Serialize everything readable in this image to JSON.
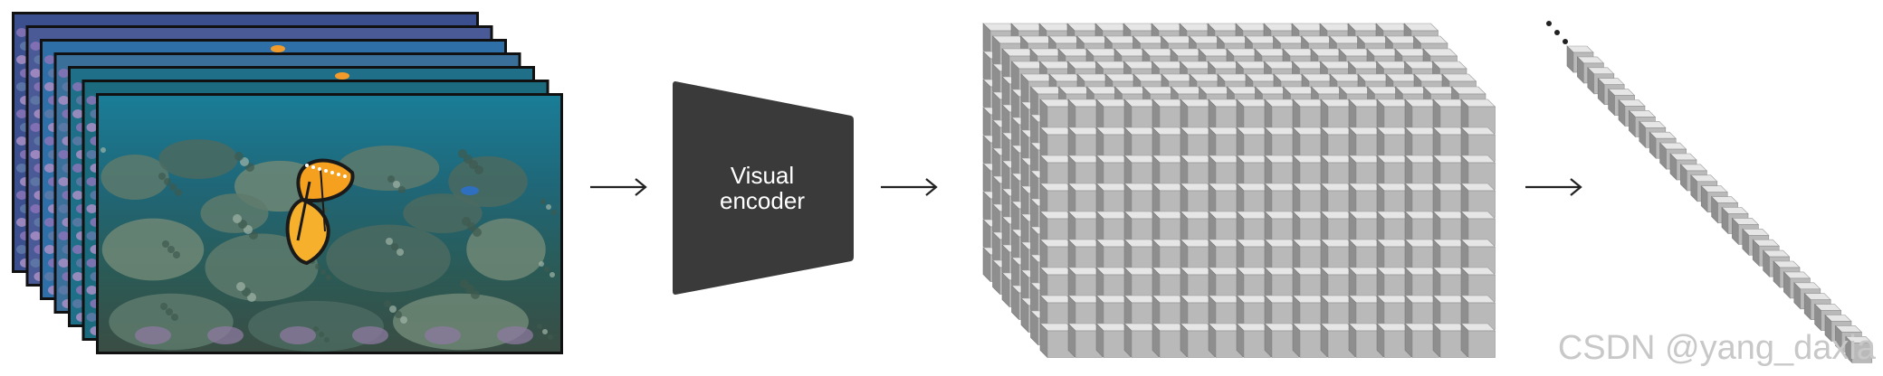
{
  "frames": {
    "count": 7,
    "description_colors": {
      "water_top": "#0e6f8c",
      "water_mid": "#1b5d6e",
      "reef": "#2f4a3a",
      "butterfly_orange": "#f5a01e",
      "butterfly_black": "#1a1a1a"
    }
  },
  "encoder": {
    "label_line1": "Visual",
    "label_line2": "encoder",
    "fill": "#3a3a3a"
  },
  "cube": {
    "rows": 9,
    "cols": 16,
    "depth_layers": 7,
    "face_color": "#b9b9b9",
    "top_color": "#e6e6e6",
    "side_color": "#8e8e8e"
  },
  "sequence": {
    "count": 28,
    "face_color": "#b9b9b9",
    "top_color": "#e6e6e6",
    "side_color": "#8e8e8e"
  },
  "watermark": "CSDN @yang_daxia",
  "colors": {
    "arrow": "#222222",
    "dots": "#222222"
  }
}
